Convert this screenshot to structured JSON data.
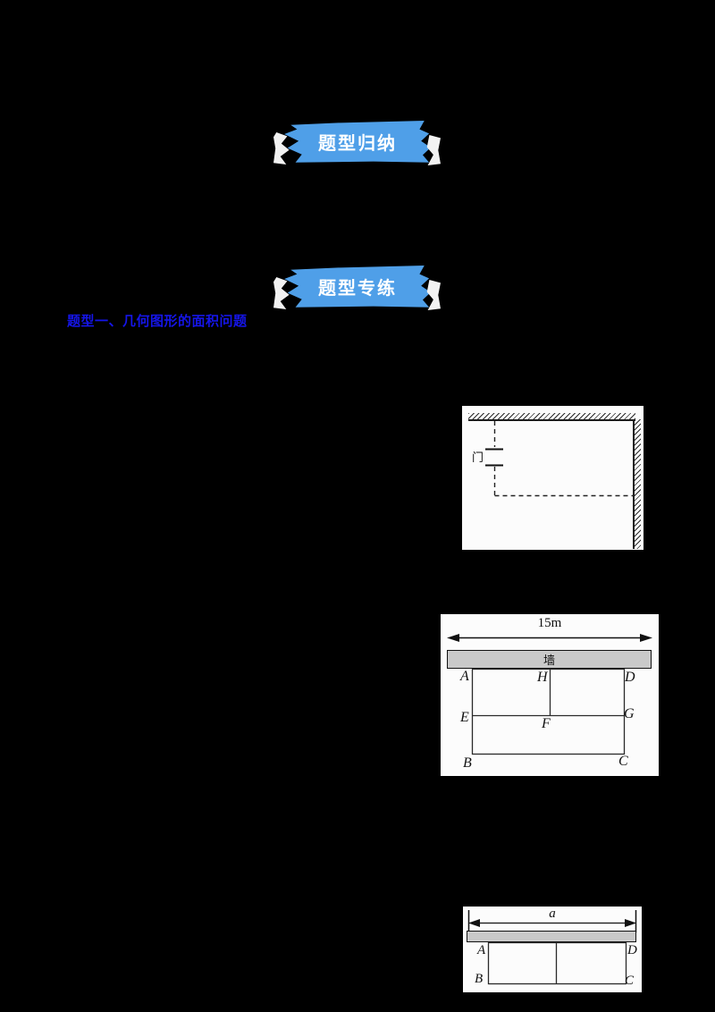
{
  "banners": [
    {
      "id": "type-summary",
      "label": "题型归纳"
    },
    {
      "id": "type-practice",
      "label": "题型专练"
    }
  ],
  "heading": {
    "text": "题型一、几何图形的面积问题"
  },
  "diagrams": {
    "door_fence": {
      "door_label": "门"
    },
    "pens": {
      "width_label": "15m",
      "wall_label": "墙",
      "labels": {
        "A": "A",
        "H": "H",
        "D": "D",
        "E": "E",
        "F": "F",
        "G": "G",
        "B": "B",
        "C": "C"
      }
    },
    "wall_a": {
      "width_label": "a",
      "labels": {
        "A": "A",
        "D": "D",
        "B": "B",
        "C": "C"
      }
    }
  },
  "colors": {
    "page_background": "#000000",
    "banner_blue": "#4f9fe8",
    "heading_blue": "#1515e8",
    "wall_gray": "#c9c9c9",
    "figure_background": "#fcfcfc"
  }
}
